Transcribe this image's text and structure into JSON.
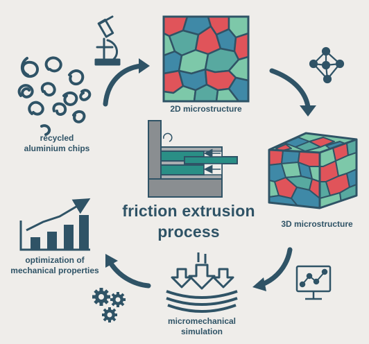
{
  "diagram": {
    "center": {
      "title_line1": "friction extrusion",
      "title_line2": "process"
    },
    "nodes": {
      "chips": {
        "line1": "recycled",
        "line2": "aluminium chips",
        "icon": "microscope-icon"
      },
      "micro2d": {
        "label": "2D microstructure",
        "icon": "neural-network-icon"
      },
      "micro3d": {
        "label": "3D microstructure",
        "icon": "monitor-chart-icon"
      },
      "simulation": {
        "line1": "micromechanical",
        "line2": "simulation"
      },
      "optimization": {
        "line1": "optimization of",
        "line2": "mechanical properties",
        "icon": "gears-icon"
      }
    },
    "colors": {
      "primary": "#2f5366",
      "grain_red": "#e0545a",
      "grain_green": "#7dc8a9",
      "grain_blue": "#3f89a7",
      "grain_teal": "#58a9a0",
      "background": "#efedea"
    }
  }
}
